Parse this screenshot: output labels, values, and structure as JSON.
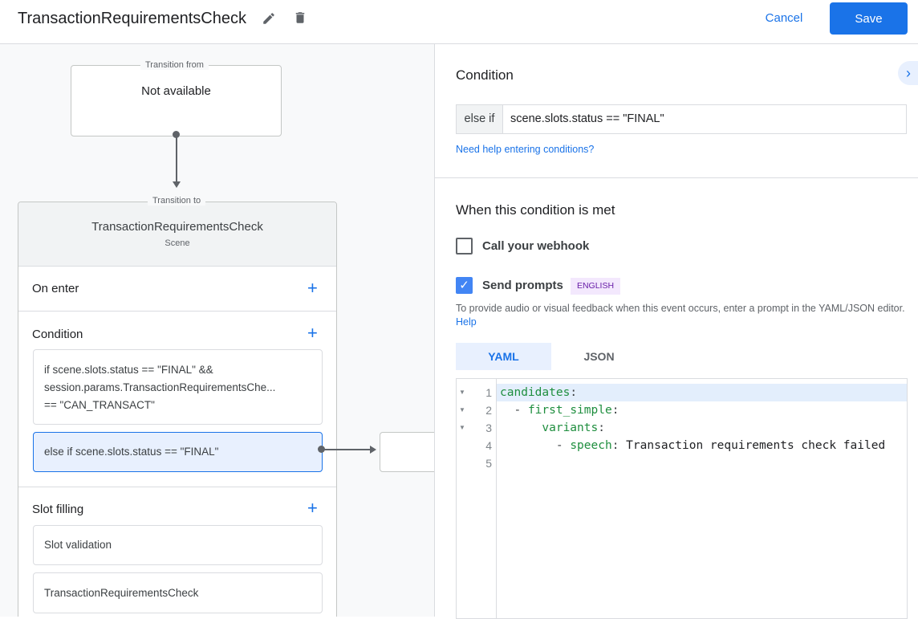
{
  "header": {
    "title": "TransactionRequirementsCheck",
    "edit_icon": "pencil-icon",
    "delete_icon": "trash-icon",
    "cancel_label": "Cancel",
    "save_label": "Save"
  },
  "canvas": {
    "from": {
      "legend": "Transition from",
      "value": "Not available"
    },
    "to": {
      "legend": "Transition to",
      "name": "TransactionRequirementsCheck",
      "type": "Scene"
    },
    "on_enter": {
      "label": "On enter"
    },
    "condition": {
      "label": "Condition",
      "items": [
        {
          "lines": [
            "if scene.slots.status == \"FINAL\" &&",
            "session.params.TransactionRequirementsChe...",
            "== \"CAN_TRANSACT\""
          ]
        },
        {
          "text": "else if scene.slots.status == \"FINAL\""
        }
      ]
    },
    "slot_filling": {
      "label": "Slot filling",
      "items": [
        "Slot validation",
        "TransactionRequirementsCheck"
      ]
    }
  },
  "panel": {
    "condition_title": "Condition",
    "prefix": "else if",
    "condition_value": "scene.slots.status == \"FINAL\"",
    "help_link": "Need help entering conditions?",
    "met_title": "When this condition is met",
    "webhook": {
      "label": "Call your webhook",
      "checked": false
    },
    "prompts": {
      "label": "Send prompts",
      "checked": true,
      "badge": "ENGLISH"
    },
    "description": "To provide audio or visual feedback when this event occurs, enter a prompt in the YAML/JSON editor.",
    "description_link": "Help",
    "tabs": [
      {
        "label": "YAML",
        "active": true
      },
      {
        "label": "JSON",
        "active": false
      }
    ],
    "editor": {
      "lines": [
        {
          "num": "1",
          "fold": true,
          "indent": "",
          "key": "candidates",
          "colon": ":",
          "value": "",
          "dash": ""
        },
        {
          "num": "2",
          "fold": true,
          "indent": "  ",
          "dash": "- ",
          "key": "first_simple",
          "colon": ":",
          "value": ""
        },
        {
          "num": "3",
          "fold": true,
          "indent": "      ",
          "dash": "",
          "key": "variants",
          "colon": ":",
          "value": ""
        },
        {
          "num": "4",
          "fold": false,
          "indent": "        ",
          "dash": "- ",
          "key": "speech",
          "colon": ":",
          "value": " Transaction requirements check failed"
        },
        {
          "num": "5",
          "fold": false,
          "indent": "",
          "dash": "",
          "key": "",
          "colon": "",
          "value": ""
        }
      ]
    }
  }
}
